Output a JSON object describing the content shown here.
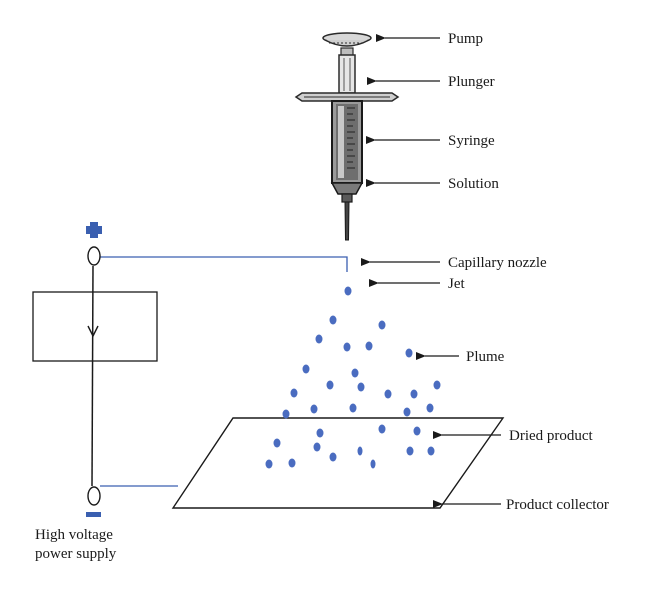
{
  "labels": {
    "pump": "Pump",
    "plunger": "Plunger",
    "syringe": "Syringe",
    "solution": "Solution",
    "capillary_nozzle": "Capillary nozzle",
    "jet": "Jet",
    "plume": "Plume",
    "dried_product": "Dried product",
    "product_collector": "Product collector",
    "power_supply_line1": "High voltage",
    "power_supply_line2": "power supply",
    "positive_terminal": "+",
    "negative_terminal": "−"
  },
  "colors": {
    "line": "#1a1a1a",
    "wire": "#3a5fb0",
    "droplet": "#4a6cc0",
    "syringe_dark": "#2b2b2b"
  }
}
